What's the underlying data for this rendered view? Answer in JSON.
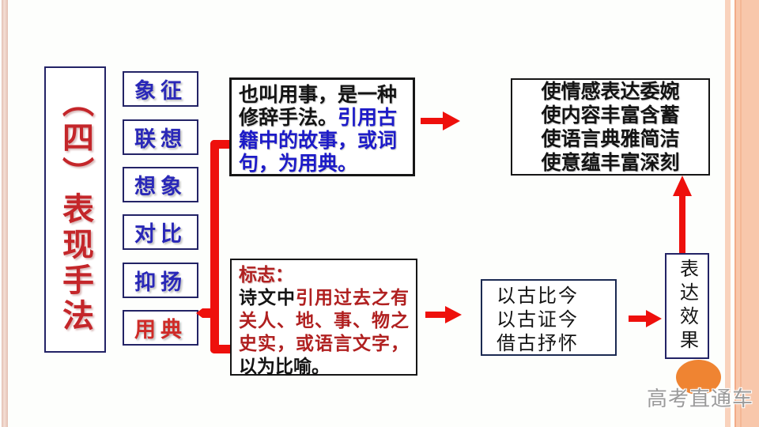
{
  "colors": {
    "arrow_red": "#ee100c",
    "title_red": "#c4262a",
    "technique_blue": "#2a28b8",
    "technique_red": "#cf2b28",
    "definition_blue": "#1d1bc8",
    "marker_dark_red": "#b02020",
    "box_border_navy": "#232366",
    "box_border_black": "#161616",
    "stripe_salmon": "#f8c7ab",
    "ellipse_orange": "#ef8432",
    "watermark_gray": "#9a9a9a"
  },
  "title_box": {
    "text": "（四）表现手法"
  },
  "techniques": {
    "items": [
      {
        "label": "象征",
        "color": "blue"
      },
      {
        "label": "联想",
        "color": "blue"
      },
      {
        "label": "想象",
        "color": "blue"
      },
      {
        "label": "对比",
        "color": "blue"
      },
      {
        "label": "抑扬",
        "color": "blue"
      },
      {
        "label": "用典",
        "color": "red"
      }
    ]
  },
  "definition_box": {
    "seg_black": "也叫用事，是一种修辞手法。",
    "seg_blue": "引用古籍中的故事，或词句，为用典。"
  },
  "effects_box": {
    "lines": [
      "使情感表达委婉",
      "使内容丰富含蓄",
      "使语言典雅简洁",
      "使意蕴丰富深刻"
    ]
  },
  "marker_box": {
    "heading": "标志：",
    "seg1_black": "诗文中",
    "seg2_red": "引用过去之有关人、地、事、物之史实，或语言文字，",
    "seg3_black": "以为比喻。"
  },
  "usage_box": {
    "lines": [
      "以古比今",
      "以古证今",
      "借古抒怀"
    ]
  },
  "result_box": {
    "text": "表达效果"
  },
  "watermark": {
    "text": "高考直通车"
  }
}
